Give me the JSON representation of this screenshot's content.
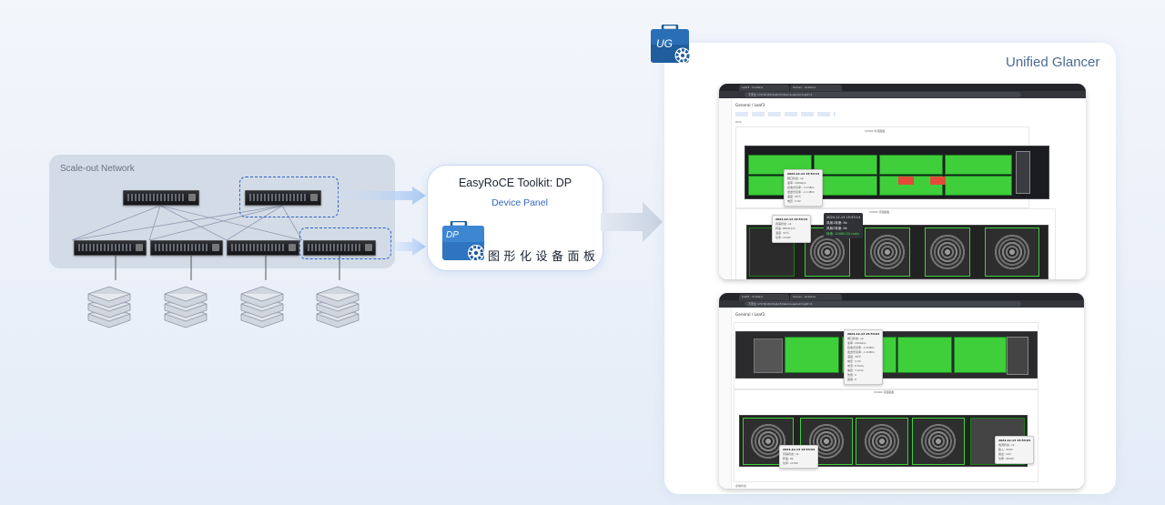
{
  "network": {
    "title": "Scale-out Network"
  },
  "device_panel_card": {
    "title": "EasyRoCE Toolkit:  DP",
    "subtitle": "Device Panel",
    "chinese_label": "图形化设备面板",
    "badge": "DP"
  },
  "unified_glancer": {
    "title": "Unified Glancer",
    "badge": "UG"
  },
  "browser_top": {
    "tabs": [
      "Leaf3 - Grafana",
      "Server - Grafana"
    ],
    "url": "不安全 172.50.00/d/ebn5/device-panel?orgId=1",
    "breadcrumb": "General / Leaf3",
    "row_label": "ODA",
    "panel_title_1": "S3900 外观面板",
    "panel_title_2": "S3900 背面面板",
    "tooltip_1": {
      "title": "2024-12-13 15:53:14",
      "lines": [
        "端口状态: up",
        "速率: 100Gb/s",
        "接收光功率: -3.2dBm",
        "发送光功率: -1.1dBm",
        "温度: 35℃",
        "电压: 3.3V"
      ]
    },
    "tooltip_2": {
      "title": "2024-12-13 15:53:14",
      "lines": [
        "风扇状态: ok",
        "转速: 8800rpm",
        "温度: 32℃",
        "功率: 110W"
      ]
    },
    "tooltip_3": {
      "title": "2024-12-13 15:53:14",
      "lines": [
        "风扇1转速: 8k",
        "风扇2转速: 8k"
      ],
      "highlight": "转速: 10080.00 rad/s"
    }
  },
  "browser_bottom": {
    "tabs": [
      "Leaf3 - Grafana",
      "Server - Grafana"
    ],
    "url": "不安全 172.50.00/d/ebn5/device-panel?orgId=1",
    "breadcrumb": "General / Leaf3",
    "panel_title": "S3900 背面面板",
    "tooltip_1": {
      "title": "2024-12-13 15:53:04",
      "lines": [
        "端口状态: up",
        "速率: 100Gb/s",
        "接收光功率: -2.8dBm",
        "发送光功率: -1.0dBm",
        "温度: 36℃",
        "电压: 3.3V",
        "电流: 6.5mA",
        "偏置: 7.0mA",
        "告警: 0",
        "错误: 0"
      ]
    },
    "tooltip_2": {
      "title": "2024-12-13 15:53:04",
      "lines": [
        "风扇状态: ok",
        "转速: 8k",
        "功率: 110W"
      ]
    },
    "tooltip_3": {
      "title": "2024-12-13 15:53:04",
      "lines": [
        "电源状态: ok",
        "输入: 220V",
        "输出: 12V",
        "功率: 450W"
      ]
    },
    "footer": "系统状态"
  },
  "colors": {
    "accent": "#2a62c9",
    "port_green": "#3fcf3b",
    "alarm_red": "#e44a3a",
    "ug_blue": "#1f5d9c"
  }
}
